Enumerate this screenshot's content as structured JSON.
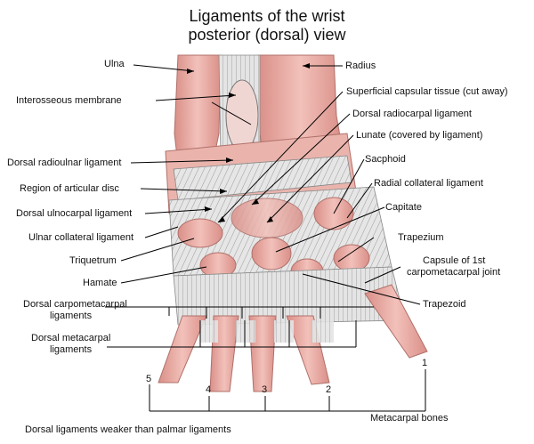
{
  "title": {
    "line1": "Ligaments of the wrist",
    "line2": "posterior (dorsal) view"
  },
  "labels_left": {
    "ulna": "Ulna",
    "interosseous_membrane": "Interosseous membrane",
    "dorsal_radioulnar_ligament": "Dorsal radioulnar ligament",
    "region_of_articular_disc": "Region of articular disc",
    "dorsal_ulnocarpal_ligament": "Dorsal ulnocarpal ligament",
    "ulnar_collateral_ligament": "Ulnar collateral ligament",
    "triquetrum": "Triquetrum",
    "hamate": "Hamate",
    "dorsal_carpometacarpal_line1": "Dorsal carpometacarpal",
    "dorsal_carpometacarpal_line2": "ligaments",
    "dorsal_metacarpal_line1": "Dorsal metacarpal",
    "dorsal_metacarpal_line2": "ligaments"
  },
  "labels_right": {
    "radius": "Radius",
    "superficial_capsular_tissue": "Superficial capsular tissue (cut away)",
    "dorsal_radiocarpal_ligament": "Dorsal radiocarpal ligament",
    "lunate": "Lunate (covered by ligament)",
    "sacphoid": "Sacphoid",
    "radial_collateral_ligament": "Radial collateral ligament",
    "capitate": "Capitate",
    "trapezium": "Trapezium",
    "capsule_line1": "Capsule of 1st",
    "capsule_line2": "carpometacarpal joint",
    "trapezoid": "Trapezoid"
  },
  "metacarpal_numbers": [
    "5",
    "4",
    "3",
    "2",
    "1"
  ],
  "metacarpal_bones_label": "Metacarpal bones",
  "footer": "Dorsal ligaments weaker than palmar ligaments",
  "colors": {
    "bone": "#e8a7a0",
    "bone_shadow": "#c97a74",
    "ligament": "#d9d9d9",
    "line": "#000000"
  }
}
